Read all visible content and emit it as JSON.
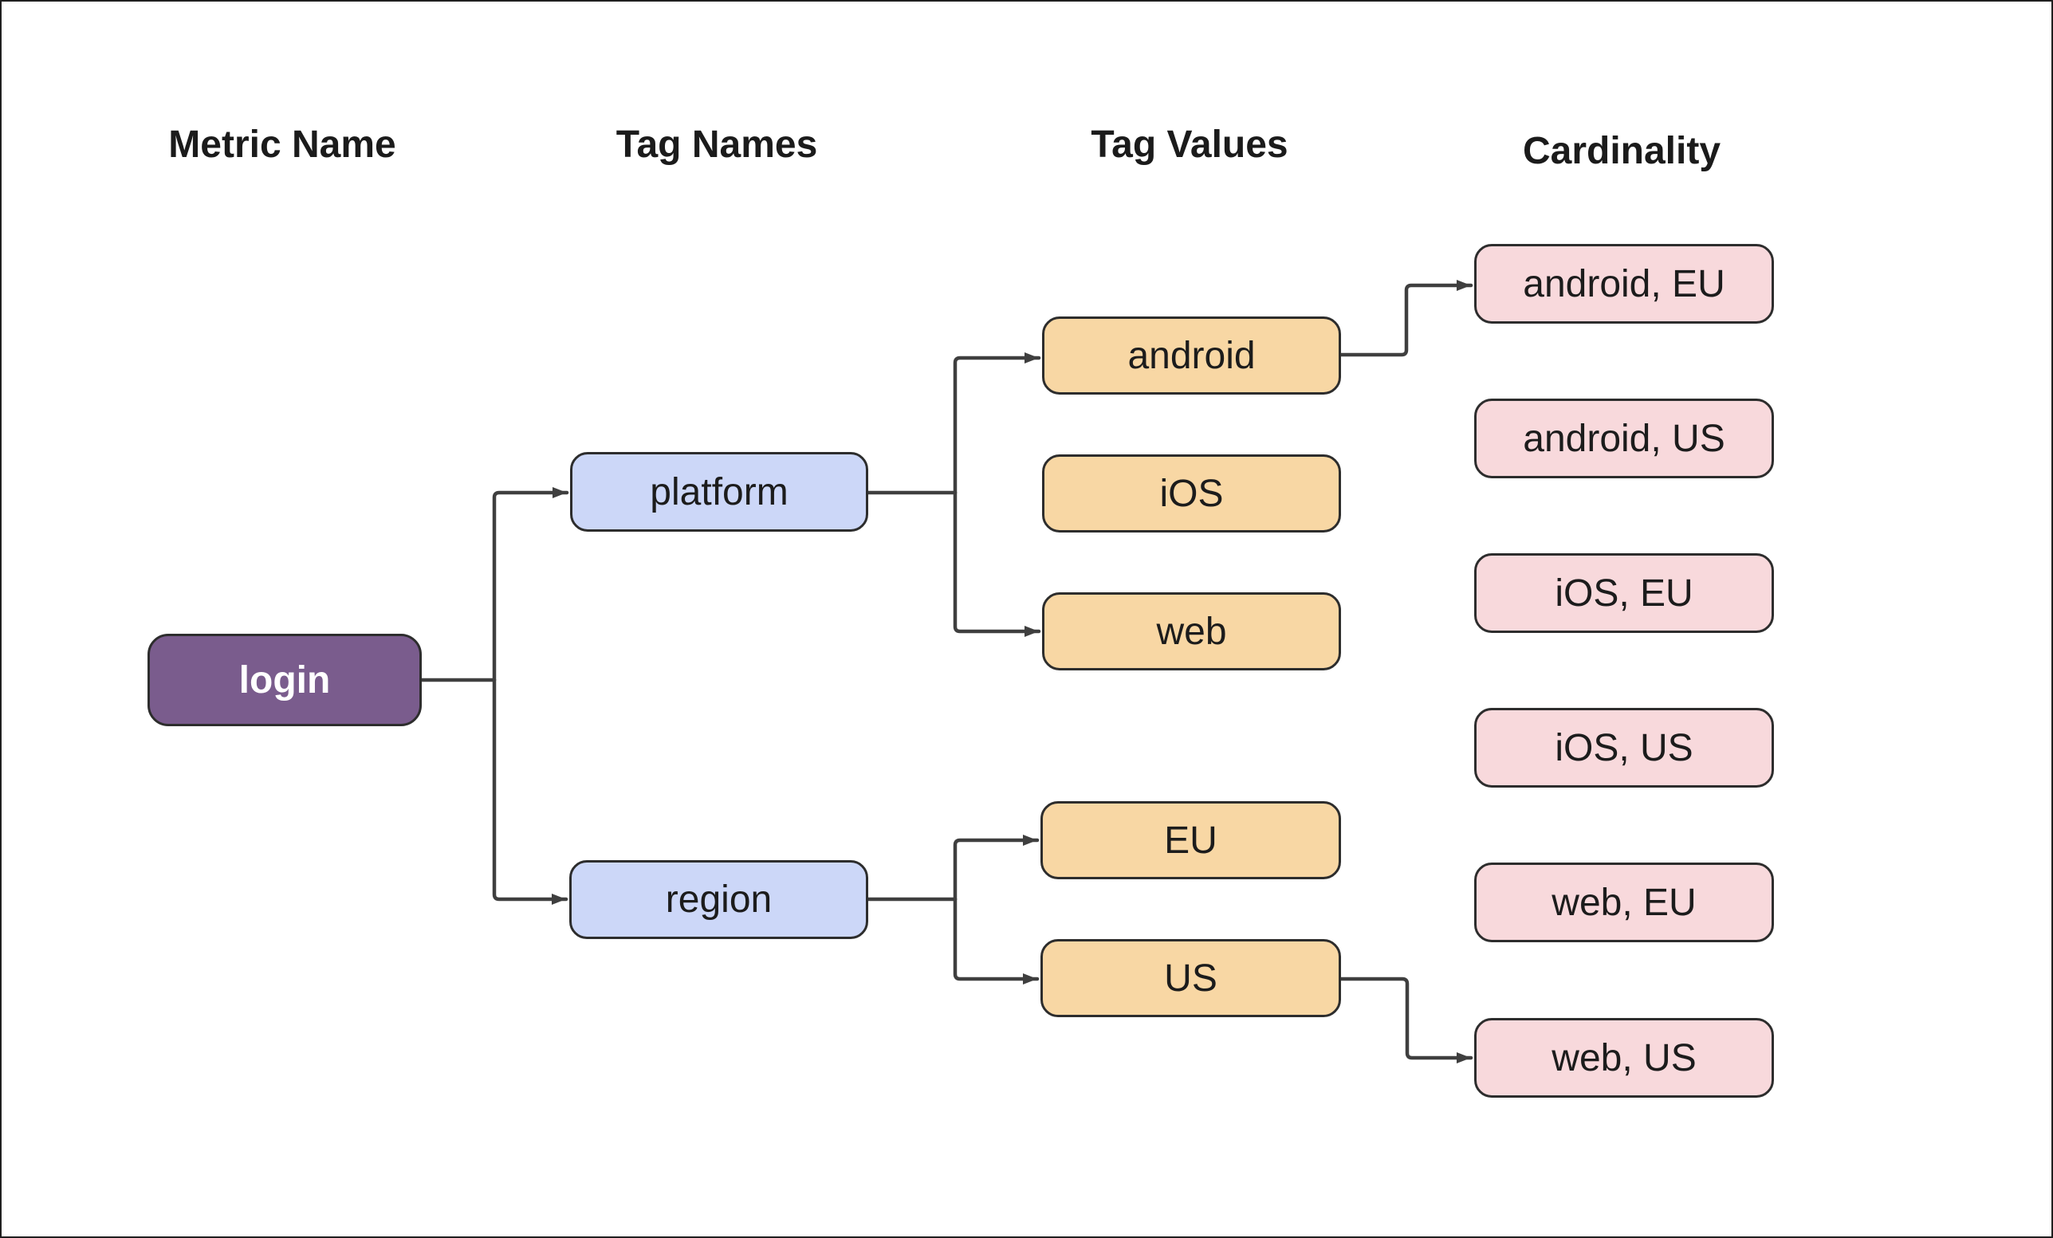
{
  "diagram": {
    "headers": [
      "Metric Name",
      "Tag Names",
      "Tag Values",
      "Cardinality"
    ],
    "nodes": {
      "login": {
        "label": "login",
        "column": "Metric Name"
      },
      "platform": {
        "label": "platform",
        "column": "Tag Names"
      },
      "region": {
        "label": "region",
        "column": "Tag Names"
      },
      "android": {
        "label": "android",
        "column": "Tag Values"
      },
      "ios": {
        "label": "iOS",
        "column": "Tag Values"
      },
      "web": {
        "label": "web",
        "column": "Tag Values"
      },
      "eu": {
        "label": "EU",
        "column": "Tag Values"
      },
      "us": {
        "label": "US",
        "column": "Tag Values"
      },
      "android_eu": {
        "label": "android, EU",
        "column": "Cardinality"
      },
      "android_us": {
        "label": "android, US",
        "column": "Cardinality"
      },
      "ios_eu": {
        "label": "iOS, EU",
        "column": "Cardinality"
      },
      "ios_us": {
        "label": "iOS, US",
        "column": "Cardinality"
      },
      "web_eu": {
        "label": "web, EU",
        "column": "Cardinality"
      },
      "web_us": {
        "label": "web, US",
        "column": "Cardinality"
      }
    },
    "edges": [
      {
        "from": "login",
        "to": "platform"
      },
      {
        "from": "login",
        "to": "region"
      },
      {
        "from": "platform",
        "to": "android"
      },
      {
        "from": "platform",
        "to": "web"
      },
      {
        "from": "region",
        "to": "eu"
      },
      {
        "from": "region",
        "to": "us"
      },
      {
        "from": "android",
        "to": "android_eu"
      },
      {
        "from": "us",
        "to": "web_us"
      }
    ],
    "colors": {
      "background": "#ffffff",
      "metric_node": "#7a5c8d",
      "tag_name_node": "#ccd7f8",
      "tag_value_node": "#f8d7a4",
      "cardinality_node": "#f8d9dc",
      "node_border": "#2d2d2d",
      "edge": "#3f3f3f"
    }
  }
}
